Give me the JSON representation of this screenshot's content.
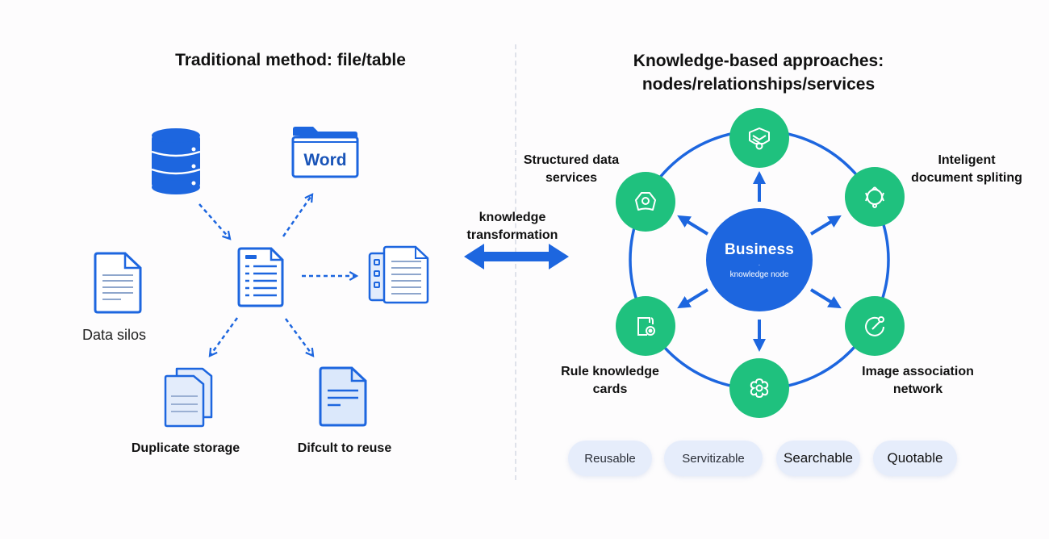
{
  "left_panel": {
    "title": "Traditional method: file/table",
    "icons": {
      "database": "database-icon",
      "word_folder": "word-folder-icon",
      "word_folder_text": "Word",
      "central_doc": "document-list-icon",
      "data_silo_doc": "document-icon",
      "stacked_docs": "stacked-documents-icon",
      "duplicate_docs": "duplicate-documents-icon",
      "hard_reuse_doc": "document-icon"
    },
    "labels": {
      "data_silos": "Data silos",
      "duplicate_storage": "Duplicate storage",
      "difficult_reuse": "Difcult to reuse"
    }
  },
  "middle": {
    "transform_label_line1": "knowledge",
    "transform_label_line2": "transformation",
    "arrow": "double-arrow-icon"
  },
  "right_panel": {
    "title_line1": "Knowledge-based approaches:",
    "title_line2": "nodes/relationships/services",
    "center_node": {
      "title": "Business",
      "dot": "·",
      "subtitle": "knowledge node"
    },
    "satellites": [
      {
        "id": "top",
        "icon": "layers-icon",
        "label_lines": []
      },
      {
        "id": "top-left",
        "icon": "hexagon-gear-icon",
        "label_lines": [
          "Structured data",
          "services"
        ]
      },
      {
        "id": "top-right",
        "icon": "atom-icon",
        "label_lines": [
          "Inteligent",
          "document spliting"
        ]
      },
      {
        "id": "bottom-left",
        "icon": "document-target-icon",
        "label_lines": [
          "Rule knowledge",
          "cards"
        ]
      },
      {
        "id": "bottom-right",
        "icon": "pin-gauge-icon",
        "label_lines": [
          "Image association",
          "network"
        ]
      },
      {
        "id": "bottom",
        "icon": "flower-gear-icon",
        "label_lines": []
      }
    ],
    "tags": [
      "Reusable",
      "Servitizable",
      "Searchable",
      "Quotable"
    ]
  },
  "colors": {
    "primary_blue": "#1d66df",
    "node_green": "#1fc17e",
    "light_blue_fill": "#dbe8fb",
    "pill_bg": "#e6edfb",
    "text": "#111111"
  }
}
